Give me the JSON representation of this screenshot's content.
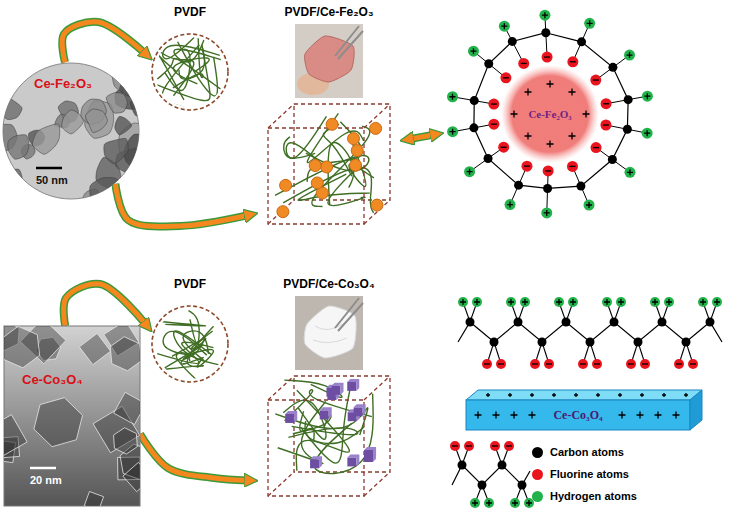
{
  "diagram": {
    "nodes": [
      {
        "text": [
          "Ce-Fe₂O₃",
          "50 nm"
        ]
      },
      {
        "text": [
          "PVDF"
        ]
      },
      {
        "text": [
          "PVDF/Ce-Fe₂O₃"
        ]
      },
      {
        "text": [
          "Ce-Fe₂O₃"
        ]
      },
      {
        "text": [
          "Ce-Co₃O₄",
          "20 nm"
        ]
      },
      {
        "text": [
          "PVDF"
        ]
      },
      {
        "text": [
          "PVDF/Ce-Co₃O₄"
        ]
      },
      {
        "text": [
          "Ce-Co₃O₄"
        ]
      }
    ],
    "edges": [
      {
        "from": 0,
        "to": 1,
        "arrow": "to"
      },
      {
        "from": 0,
        "to": 2,
        "arrow": "to"
      },
      {
        "from": 2,
        "to": 3,
        "arrow": "both"
      },
      {
        "from": 4,
        "to": 5,
        "arrow": "to"
      },
      {
        "from": 4,
        "to": 6,
        "arrow": "to"
      }
    ],
    "legend": [
      {
        "text": "Carbon atoms",
        "color": "#000000"
      },
      {
        "text": "Fluorine atoms",
        "color": "#e8141e"
      },
      {
        "text": "Hydrogen atoms",
        "color": "#21b24b"
      }
    ]
  }
}
